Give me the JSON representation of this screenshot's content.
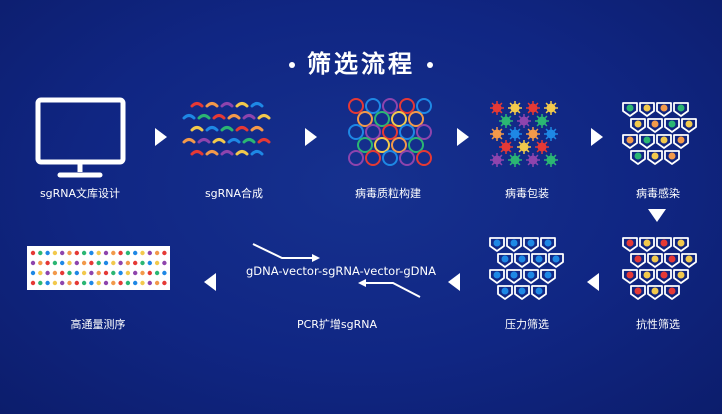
{
  "title": "筛选流程",
  "steps": {
    "library_design": "sgRNA文库设计",
    "synthesis": "sgRNA合成",
    "plasmid_construction": "病毒质粒构建",
    "virus_packaging": "病毒包装",
    "virus_infection": "病毒感染",
    "resistance_selection": "抗性筛选",
    "pressure_selection": "压力筛选",
    "pcr_amplification": "PCR扩增sgRNA",
    "sequencing": "高通量测序"
  },
  "pcr_construct": "gDNA-vector-sgRNA-vector-gDNA",
  "colors": {
    "background": "#10247a",
    "white": "#ffffff",
    "red": "#e53935",
    "green": "#2bb673",
    "blue": "#1e88e5",
    "yellow": "#f2c94c",
    "purple": "#8e44ad",
    "orange": "#f2994a"
  }
}
